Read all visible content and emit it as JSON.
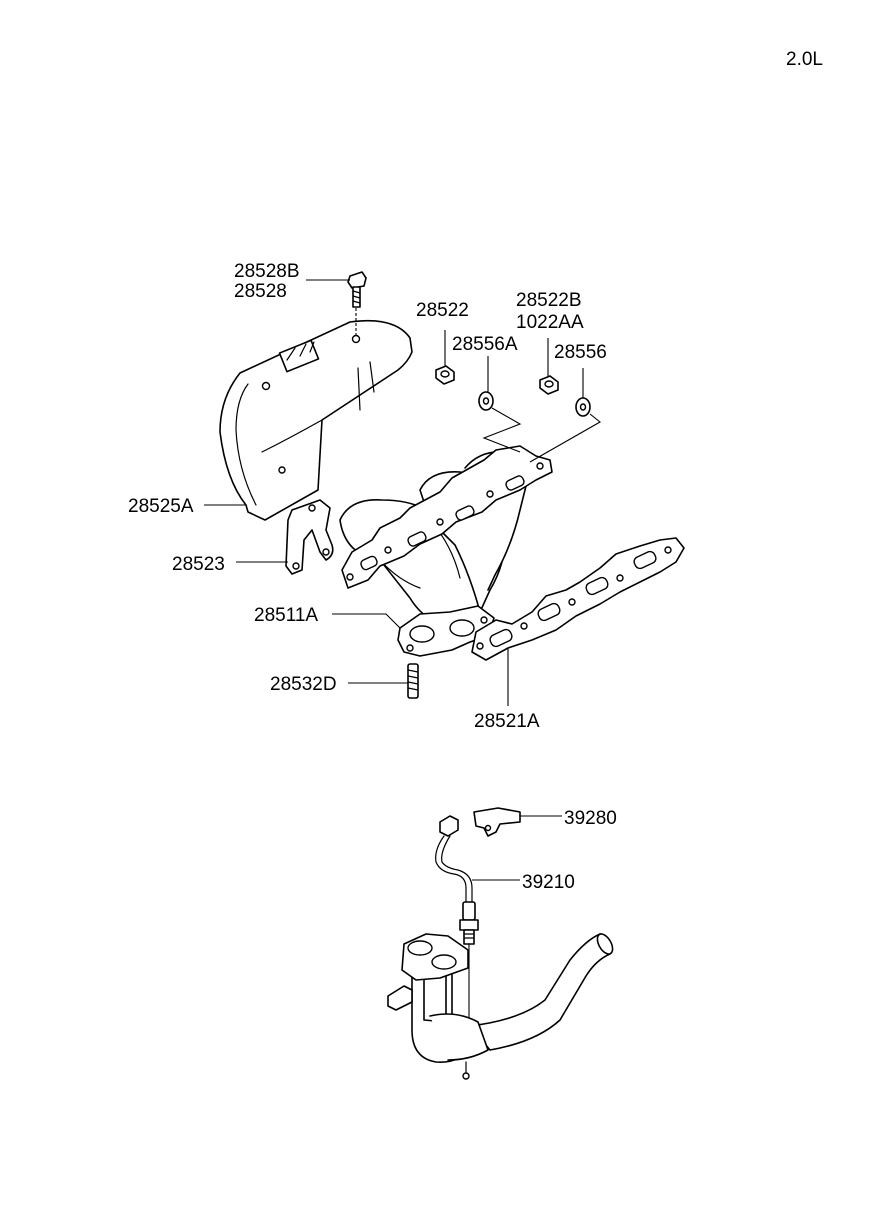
{
  "header": {
    "engine": "2.0L"
  },
  "callouts": {
    "p28528B": "28528B",
    "p28528": "28528",
    "p28522": "28522",
    "p28522B": "28522B",
    "p1022AA": "1022AA",
    "p28556A": "28556A",
    "p28556": "28556",
    "p28525A": "28525A",
    "p28523": "28523",
    "p28511A": "28511A",
    "p28532D": "28532D",
    "p28521A": "28521A",
    "p39280": "39280",
    "p39210": "39210"
  },
  "colors": {
    "line": "#000000",
    "background": "#ffffff"
  }
}
